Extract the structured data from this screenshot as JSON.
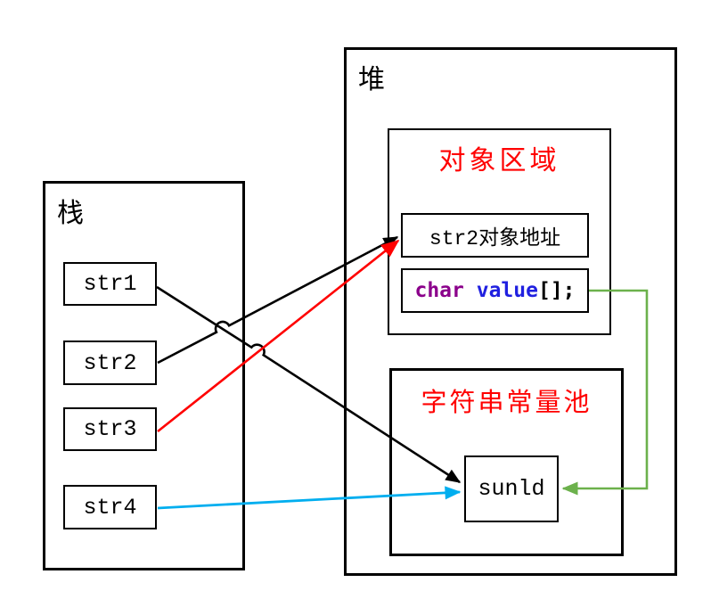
{
  "diagram": {
    "stack": {
      "label": "栈",
      "variables": [
        {
          "name": "str1"
        },
        {
          "name": "str2"
        },
        {
          "name": "str3"
        },
        {
          "name": "str4"
        }
      ]
    },
    "heap": {
      "label": "堆",
      "object_area": {
        "title": "对象区域",
        "address_box": "str2对象地址",
        "code_box": {
          "keyword": "char",
          "space": " ",
          "identifier": "value",
          "punctuation": "[];"
        }
      },
      "constant_pool": {
        "title": "字符串常量池",
        "literal": "sunld"
      }
    },
    "arrows": [
      {
        "name": "str1-to-literal",
        "from": "str1",
        "to": "sunld",
        "color": "#000000"
      },
      {
        "name": "str2-to-object-address",
        "from": "str2",
        "to": "str2对象地址",
        "color": "#000000"
      },
      {
        "name": "str3-to-object-address",
        "from": "str3",
        "to": "str2对象地址",
        "color": "#ff0000"
      },
      {
        "name": "str4-to-literal",
        "from": "str4",
        "to": "sunld",
        "color": "#00aeef"
      },
      {
        "name": "value-to-literal",
        "from": "char value[];",
        "to": "sunld",
        "color": "#6cb14c"
      }
    ],
    "colors": {
      "area_title": "#ff0000",
      "code_keyword": "#8b008b",
      "code_identifier": "#2020e0",
      "code_punctuation": "#000000",
      "box_border": "#000000",
      "background": "#ffffff"
    }
  }
}
